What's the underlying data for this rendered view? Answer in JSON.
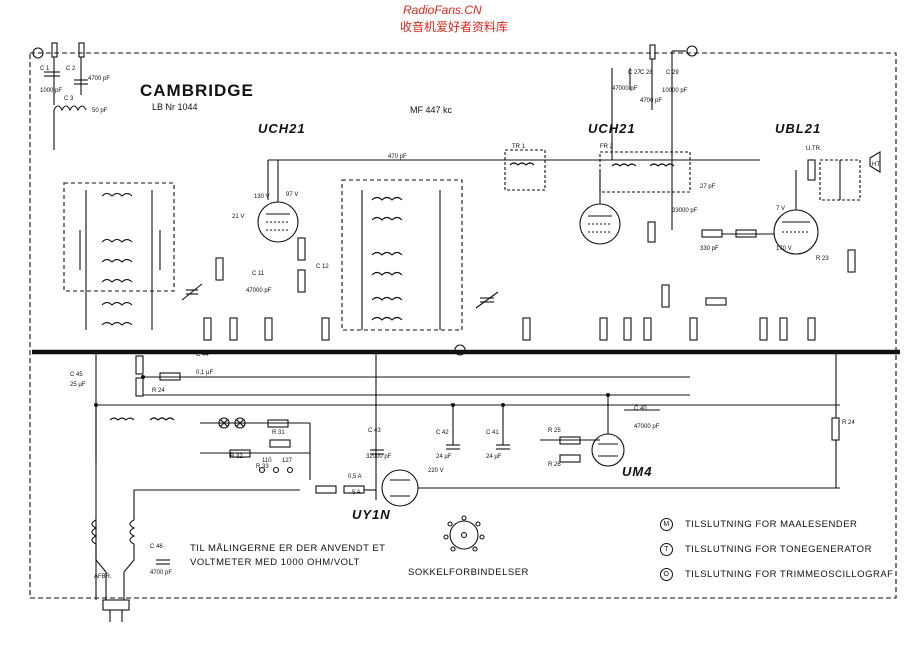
{
  "watermark": {
    "site": "RadioFans.CN",
    "tagline": "收音机爱好者资料库"
  },
  "header": {
    "brand": "CAMBRIDGE",
    "model": "LB Nr 1044",
    "if_note": "MF 447 kc"
  },
  "tubes": {
    "mixer": "UCH21",
    "if_amp": "UCH21",
    "output": "UBL21",
    "rectifier": "UY1N",
    "tuning_eye": "UM4"
  },
  "notes": {
    "measure_line1": "TIL MÅLINGERNE ER DER ANVENDT ET",
    "measure_line2": "VOLTMETER MED 1000 OHM/VOLT",
    "socket": "SOKKELFORBINDELSER"
  },
  "legend": [
    {
      "symbol": "M",
      "text": "TILSLUTNING FOR MAALESENDER"
    },
    {
      "symbol": "T",
      "text": "TILSLUTNING FOR TONEGENERATOR"
    },
    {
      "symbol": "O",
      "text": "TILSLUTNING FOR TRIMMEOSCILLOGRAF"
    }
  ],
  "components": [
    "C 1",
    "C 2",
    "C 3",
    "4700 pF",
    "1000 pF",
    "50 pF",
    "C 27",
    "C 28",
    "C 29",
    "47000 pF",
    "4700 pF",
    "10000 pF",
    "470 pF",
    "130 V",
    "97 V",
    "21 V",
    "47000 pF",
    "C 11",
    "C 12",
    "C 45",
    "25 µF",
    "R 24",
    "C 44",
    "0,1 µF",
    "C 43",
    "32000 pF",
    "C 42",
    "24 µF",
    "C 41",
    "24 µF",
    "C 40",
    "47000 pF",
    "R 25",
    "R 26",
    "R 31",
    "R 32",
    "R 33",
    "220 V",
    "110",
    "127",
    "0,5 A",
    "5 A",
    "C 46",
    "4700 pF",
    "AFBR.",
    "TR 1",
    "FR 2",
    "U.TR.",
    "HT",
    "R 23",
    "R 24",
    "33000 pF",
    "27 pF",
    "330 pF",
    "7 V",
    "170 V"
  ],
  "labels_misc": {
    "volts_mixer": "130 V",
    "volts_out": "170 V",
    "fuse": "0,5 A",
    "mains": "110 + 127",
    "mains_switch": "AFBR."
  }
}
